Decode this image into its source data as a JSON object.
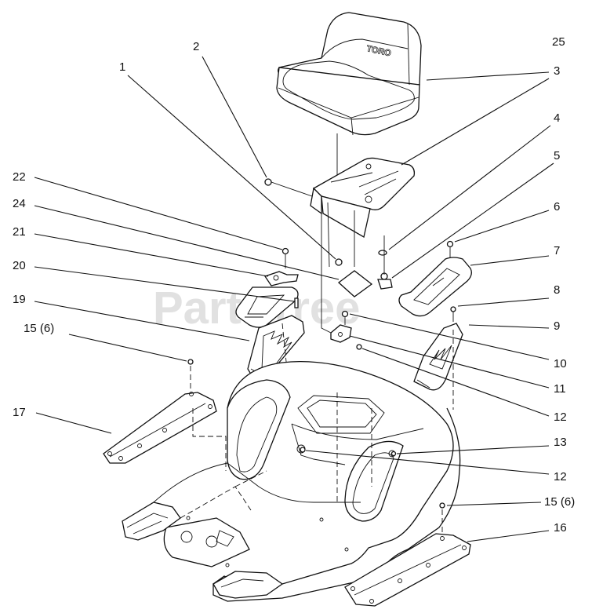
{
  "diagram": {
    "watermark": "PartsTree",
    "watermark_tm": "TM",
    "seat_brand": "TORO",
    "callouts": [
      {
        "id": "c1",
        "label": "1"
      },
      {
        "id": "c2",
        "label": "2"
      },
      {
        "id": "c3",
        "label": "3"
      },
      {
        "id": "c4",
        "label": "4"
      },
      {
        "id": "c5",
        "label": "5"
      },
      {
        "id": "c6",
        "label": "6"
      },
      {
        "id": "c7",
        "label": "7"
      },
      {
        "id": "c8",
        "label": "8"
      },
      {
        "id": "c9",
        "label": "9"
      },
      {
        "id": "c10",
        "label": "10"
      },
      {
        "id": "c11",
        "label": "11"
      },
      {
        "id": "c12a",
        "label": "12"
      },
      {
        "id": "c12b",
        "label": "12"
      },
      {
        "id": "c13",
        "label": "13"
      },
      {
        "id": "c15a",
        "label": "15 (6)"
      },
      {
        "id": "c15b",
        "label": "15 (6)"
      },
      {
        "id": "c16",
        "label": "16"
      },
      {
        "id": "c17",
        "label": "17"
      },
      {
        "id": "c19",
        "label": "19"
      },
      {
        "id": "c20",
        "label": "20"
      },
      {
        "id": "c21",
        "label": "21"
      },
      {
        "id": "c22",
        "label": "22"
      },
      {
        "id": "c24",
        "label": "24"
      },
      {
        "id": "c25",
        "label": "25"
      }
    ]
  }
}
